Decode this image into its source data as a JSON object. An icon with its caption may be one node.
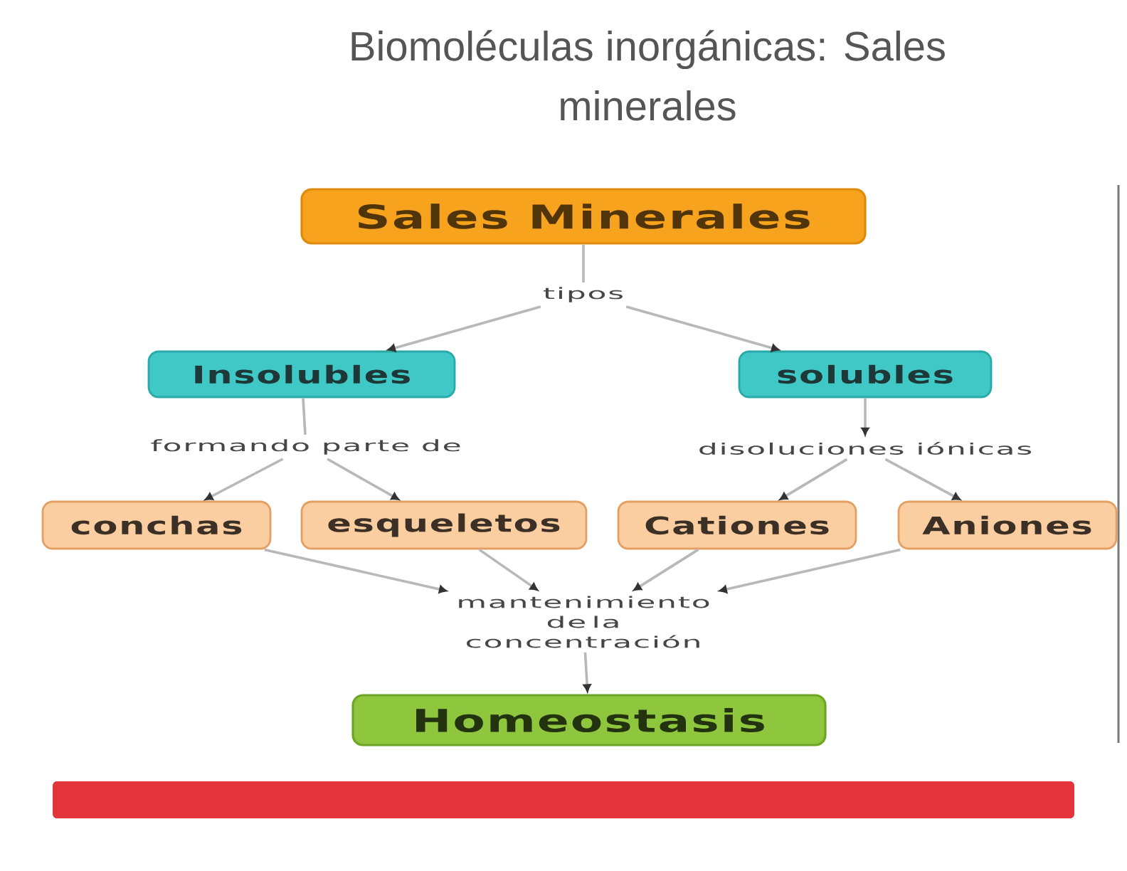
{
  "diagram": {
    "title": "Biomoléculas inorgánicas: Sales minerales",
    "nodes": [
      {
        "text": [
          "Sales Minerales"
        ]
      },
      {
        "text": [
          "tipos"
        ]
      },
      {
        "text": [
          "Insolubles"
        ]
      },
      {
        "text": [
          "solubles"
        ]
      },
      {
        "text": [
          "formando parte de"
        ]
      },
      {
        "text": [
          "disoluciones iónicas"
        ]
      },
      {
        "text": [
          "conchas"
        ]
      },
      {
        "text": [
          "esqueletos"
        ]
      },
      {
        "text": [
          "Cationes"
        ]
      },
      {
        "text": [
          "Aniones"
        ]
      },
      {
        "text": [
          "mantenimiento de la concentración"
        ]
      },
      {
        "text": [
          "Homeostasis"
        ]
      }
    ],
    "edges": [
      {
        "from": 0,
        "to": 1,
        "arrow": "none"
      },
      {
        "from": 1,
        "to": 2,
        "arrow": "to"
      },
      {
        "from": 1,
        "to": 3,
        "arrow": "to"
      },
      {
        "from": 2,
        "to": 4,
        "arrow": "none"
      },
      {
        "from": 3,
        "to": 5,
        "arrow": "to"
      },
      {
        "from": 4,
        "to": 6,
        "arrow": "to"
      },
      {
        "from": 4,
        "to": 7,
        "arrow": "to"
      },
      {
        "from": 5,
        "to": 8,
        "arrow": "to"
      },
      {
        "from": 5,
        "to": 9,
        "arrow": "to"
      },
      {
        "from": 6,
        "to": 10,
        "arrow": "to"
      },
      {
        "from": 7,
        "to": 10,
        "arrow": "to"
      },
      {
        "from": 8,
        "to": 10,
        "arrow": "to"
      },
      {
        "from": 9,
        "to": 10,
        "arrow": "to"
      },
      {
        "from": 10,
        "to": 11,
        "arrow": "to"
      }
    ]
  }
}
